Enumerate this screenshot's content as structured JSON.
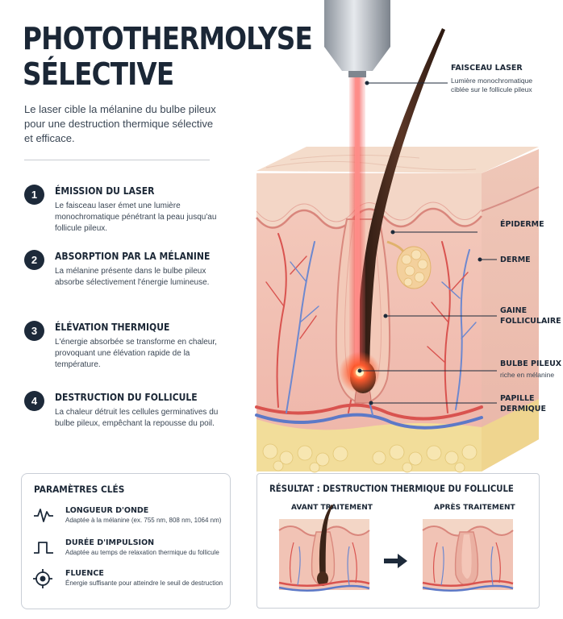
{
  "title_line1": "PHOTOTHERMOLYSE",
  "title_line2": "SÉLECTIVE",
  "subtitle": "Le laser cible la mélanine du bulbe pileux pour une destruction thermique sélective et efficace.",
  "steps": [
    {
      "num": "1",
      "title": "ÉMISSION DU LASER",
      "desc": "Le faisceau laser émet une lumière monochromatique pénétrant la peau jusqu'au follicule pileux."
    },
    {
      "num": "2",
      "title": "ABSORPTION PAR LA MÉLANINE",
      "desc": "La mélanine présente dans le bulbe pileux absorbe sélectivement l'énergie lumineuse."
    },
    {
      "num": "3",
      "title": "ÉLÉVATION THERMIQUE",
      "desc": "L'énergie absorbée se transforme en chaleur, provoquant une élévation rapide de la température."
    },
    {
      "num": "4",
      "title": "DESTRUCTION DU FOLLICULE",
      "desc": "La chaleur détruit les cellules germinatives du bulbe pileux, empêchant la repousse du poil."
    }
  ],
  "callouts": {
    "laser_title": "FAISCEAU LASER",
    "laser_sub1": "Lumière monochromatique",
    "laser_sub2": "ciblée sur le follicule pileux",
    "epiderme": "ÉPIDERME",
    "derme": "DERME",
    "gaine1": "GAINE",
    "gaine2": "FOLLICULAIRE",
    "bulbe1": "BULBE PILEUX",
    "bulbe_sub": "riche en mélanine",
    "papille1": "PAPILLE",
    "papille2": "DERMIQUE"
  },
  "params": {
    "title": "PARAMÈTRES CLÉS",
    "items": [
      {
        "icon": "wave-icon",
        "label": "LONGUEUR D'ONDE",
        "desc": "Adaptée à la mélanine (ex. 755 nm, 808 nm, 1064 nm)"
      },
      {
        "icon": "pulse-icon",
        "label": "DURÉE D'IMPULSION",
        "desc": "Adaptée au temps de relaxation thermique du follicule"
      },
      {
        "icon": "target-icon",
        "label": "FLUENCE",
        "desc": "Énergie suffisante pour atteindre le seuil de destruction"
      }
    ]
  },
  "result": {
    "title": "RÉSULTAT : DESTRUCTION THERMIQUE DU FOLLICULE",
    "before": "AVANT TRAITEMENT",
    "after": "APRÈS TRAITEMENT"
  },
  "colors": {
    "navy": "#1d2a3a",
    "laser": "#f0413f",
    "skin_top": "#f3d5c3",
    "dermis": "#f2c2b8",
    "fat": "#f2dd9a",
    "hair": "#3b2418"
  }
}
